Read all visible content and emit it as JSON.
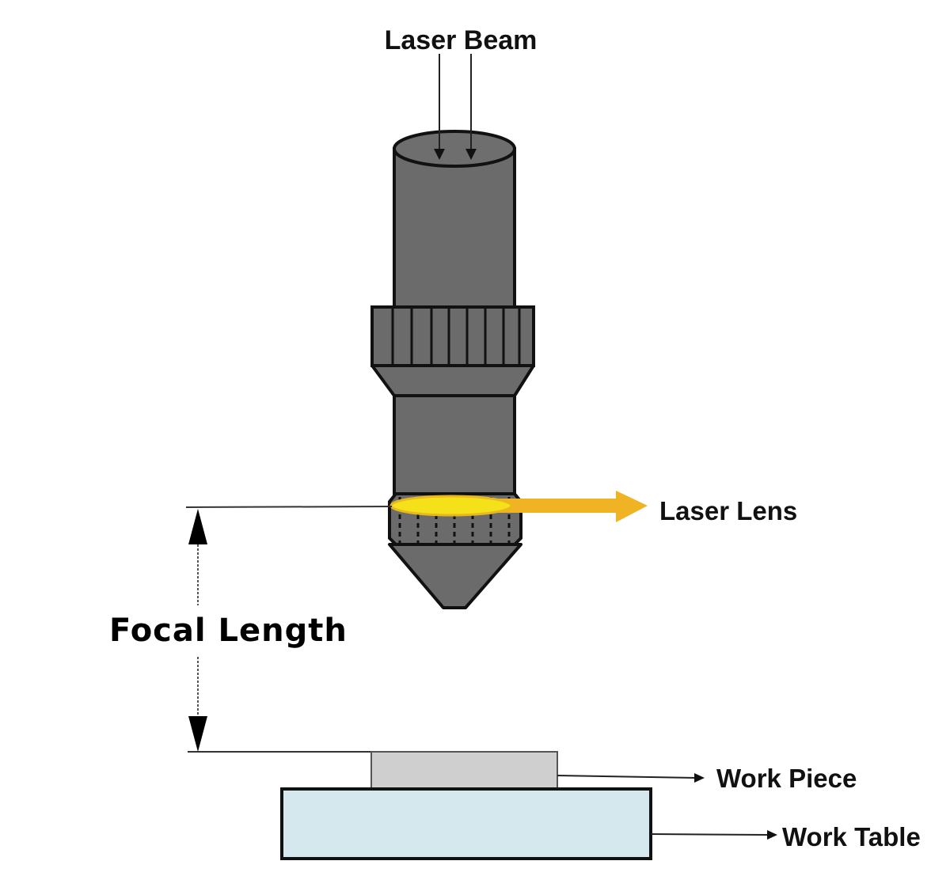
{
  "diagram": {
    "title_label": "Laser Beam",
    "labels": {
      "laser_beam": "Laser Beam",
      "laser_lens": "Laser Lens",
      "focal_length": "Focal Length",
      "work_piece": "Work Piece",
      "work_table": "Work Table"
    },
    "colors": {
      "nozzle_body": "#6b6b6b",
      "outline": "#111111",
      "lens_highlight": "#f5e11a",
      "lens_arrow": "#f0b323",
      "work_piece": "#cfcfcf",
      "work_table": "#d4e8ee"
    }
  }
}
